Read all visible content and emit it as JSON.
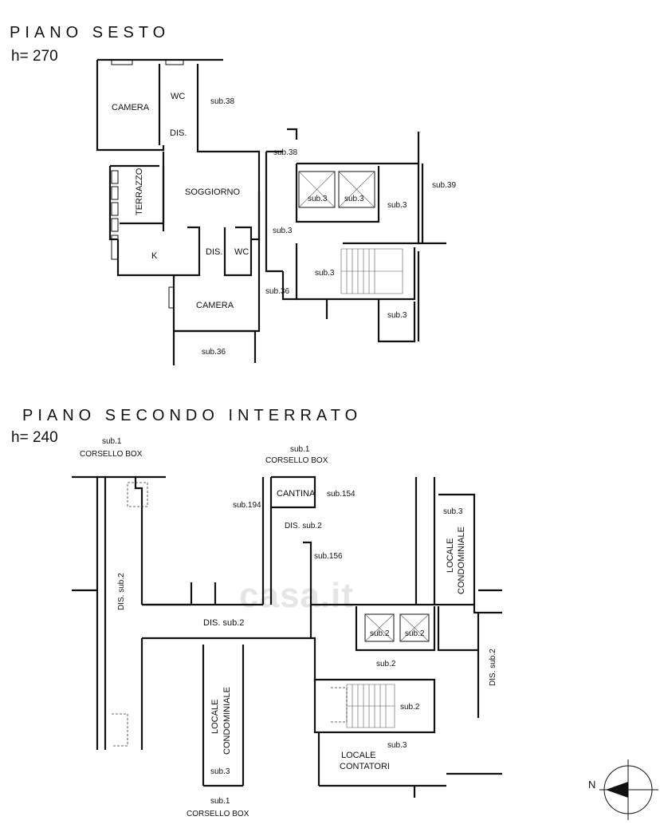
{
  "floors": [
    {
      "title": "PIANO SESTO",
      "height": "h= 270",
      "labels": {
        "camera_1": "CAMERA",
        "wc_1": "WC",
        "dis_1": "DIS.",
        "sub38_a": "sub.38",
        "sub38_b": "sub.38",
        "terrazzo": "TERRAZZO",
        "soggiorno": "SOGGIORNO",
        "k": "K",
        "dis_2": "DIS.",
        "wc_2": "WC",
        "camera_2": "CAMERA",
        "sub36_a": "sub.36",
        "sub36_b": "sub.36",
        "sub3_lift_a": "sub.3",
        "sub3_lift_b": "sub.3",
        "sub3_landing": "sub.3",
        "sub3_corridor": "sub.3",
        "sub3_stair": "sub.3",
        "sub3_small": "sub.3",
        "sub39": "sub.39"
      }
    },
    {
      "title": "PIANO SECONDO INTERRATO",
      "height": "h= 240",
      "labels": {
        "sub1_left": "sub.1",
        "corsello_left": "CORSELLO BOX",
        "sub1_center": "sub.1",
        "corsello_center": "CORSELLO BOX",
        "cantina": "CANTINA",
        "sub154": "sub.154",
        "sub194": "sub.194",
        "dis_sub2_top": "DIS. sub.2",
        "sub156": "sub.156",
        "sub3_right": "sub.3",
        "locale_condominiale_right_1": "LOCALE",
        "locale_condominiale_right_2": "CONDOMINIALE",
        "dis_sub2_left": "DIS. sub.2",
        "dis_sub2_corridor": "DIS. sub.2",
        "sub2_lift_a": "sub.2",
        "sub2_lift_b": "sub.2",
        "sub2_landing": "sub.2",
        "dis_sub2_right": "DIS. sub.2",
        "locale_condominiale_bottom_1": "LOCALE",
        "locale_condominiale_bottom_2": "CONDOMINIALE",
        "sub2_stair": "sub.2",
        "sub3_stair": "sub.3",
        "sub3_bottom": "sub.3",
        "locale_contatori_1": "LOCALE",
        "locale_contatori_2": "CONTATORI",
        "sub1_bottom": "sub.1",
        "corsello_bottom": "CORSELLO BOX"
      }
    }
  ],
  "compass": {
    "north_label": "N"
  },
  "watermark": "casa.it"
}
